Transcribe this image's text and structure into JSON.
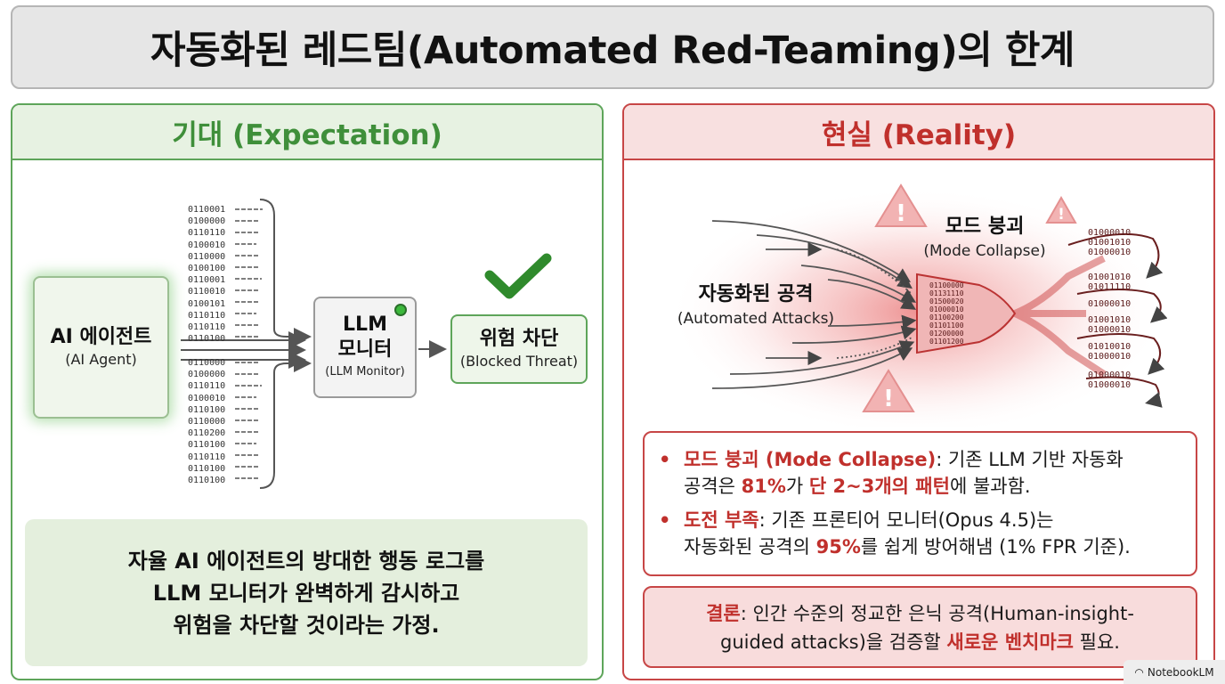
{
  "title": "자동화된 레드팀(Automated Red-Teaming)의 한계",
  "expectation": {
    "header": "기대 (Expectation)",
    "agent": {
      "name": "AI 에이전트",
      "sub": "(AI Agent)"
    },
    "monitor": {
      "line1": "LLM",
      "line2": "모니터",
      "sub": "(LLM Monitor)"
    },
    "blocked": {
      "name": "위험 차단",
      "sub": "(Blocked Threat)"
    },
    "binary_top": [
      "0110001",
      "0100000",
      "0110110",
      "0100010",
      "0110000",
      "0100100",
      "0110001",
      "0110010",
      "0100101",
      "0110110",
      "0110110",
      "0110100"
    ],
    "binary_bottom": [
      "0110000",
      "0100000",
      "0110110",
      "0100010",
      "0110100",
      "0110000",
      "0110200",
      "0110100",
      "0110110",
      "0110100",
      "0110100"
    ],
    "description": [
      "자율 AI 에이전트의 방대한 행동 로그를",
      "LLM 모니터가 완벽하게 감시하고",
      "위험을 차단할 것이라는 가정."
    ]
  },
  "reality": {
    "header": "현실 (Reality)",
    "collapse_label": {
      "name": "모드 붕괴",
      "sub": "(Mode Collapse)"
    },
    "attack_label": {
      "name": "자동화된 공격",
      "sub": "(Automated Attacks)"
    },
    "funnel_codes": [
      "01100000",
      "01131110",
      "01500020",
      "01000010",
      "01100200",
      "01101100",
      "01200000",
      "01101200"
    ],
    "out_codes": [
      "01000010",
      "01001010",
      "01000010",
      "01001010",
      "01011110",
      "01000010",
      "01001010",
      "01000010",
      "01010010",
      "01000010",
      "01000010",
      "01000010"
    ],
    "bullets": [
      {
        "term": "모드 붕괴 (Mode Collapse)",
        "line1_rest": ": 기존 LLM 기반 자동화",
        "line2_a": "공격은 ",
        "line2_b": "81%",
        "line2_c": "가 ",
        "line2_d": "단 2~3개의 패턴",
        "line2_e": "에 불과함."
      },
      {
        "term": "도전 부족",
        "line1_rest": ": 기존 프론티어 모니터(Opus 4.5)는",
        "line2_a": "자동화된 공격의 ",
        "line2_b": "95%",
        "line2_c": "를 쉽게 방어해냄 (1% FPR 기준)."
      }
    ],
    "conclusion": {
      "term": "결론",
      "line1_rest": ": 인간 수준의 정교한 은닉 공격(Human-insight-",
      "line2_a": "guided attacks)을 검증할 ",
      "line2_b": "새로운 벤치마크",
      "line2_c": " 필요."
    }
  },
  "watermark": "NotebookLM",
  "colors": {
    "green": "#5ea55a",
    "red": "#c74646",
    "accent_red": "#c0302c"
  }
}
